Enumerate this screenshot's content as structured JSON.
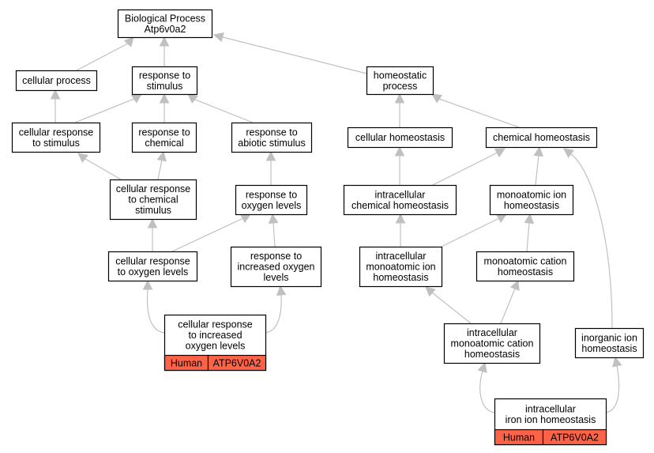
{
  "graph": {
    "style": {
      "edge_color": "#c0c0c0",
      "node_border": "#000000",
      "node_fill": "#ffffff",
      "gene_fill": "#ff6347"
    },
    "nodes": [
      {
        "id": "bp",
        "lines": [
          "Biological Process",
          "Atp6v0a2"
        ]
      },
      {
        "id": "cellular-process",
        "lines": [
          "cellular process"
        ]
      },
      {
        "id": "response-to-stimulus",
        "lines": [
          "response to",
          "stimulus"
        ]
      },
      {
        "id": "homeostatic-process",
        "lines": [
          "homeostatic",
          "process"
        ]
      },
      {
        "id": "cellular-response-to-stimulus",
        "lines": [
          "cellular response",
          "to stimulus"
        ]
      },
      {
        "id": "response-to-chemical",
        "lines": [
          "response to",
          "chemical"
        ]
      },
      {
        "id": "response-to-abiotic-stimulus",
        "lines": [
          "response to",
          "abiotic stimulus"
        ]
      },
      {
        "id": "cellular-homeostasis",
        "lines": [
          "cellular homeostasis"
        ]
      },
      {
        "id": "chemical-homeostasis",
        "lines": [
          "chemical homeostasis"
        ]
      },
      {
        "id": "cellular-response-to-chemical-stimulus",
        "lines": [
          "cellular response",
          "to chemical",
          "stimulus"
        ]
      },
      {
        "id": "response-to-oxygen-levels",
        "lines": [
          "response to",
          "oxygen levels"
        ]
      },
      {
        "id": "intracellular-chemical-homeostasis",
        "lines": [
          "intracellular",
          "chemical homeostasis"
        ]
      },
      {
        "id": "monoatomic-ion-homeostasis",
        "lines": [
          "monoatomic ion",
          "homeostasis"
        ]
      },
      {
        "id": "cellular-response-to-oxygen-levels",
        "lines": [
          "cellular response",
          "to oxygen levels"
        ]
      },
      {
        "id": "response-to-increased-oxygen-levels",
        "lines": [
          "response to",
          "increased oxygen",
          "levels"
        ]
      },
      {
        "id": "intracellular-monoatomic-ion-homeostasis",
        "lines": [
          "intracellular",
          "monoatomic ion",
          "homeostasis"
        ]
      },
      {
        "id": "monoatomic-cation-homeostasis",
        "lines": [
          "monoatomic cation",
          "homeostasis"
        ]
      },
      {
        "id": "cellular-response-to-increased-oxygen-levels",
        "lines": [
          "cellular response",
          "to increased",
          "oxygen levels"
        ],
        "genes": [
          "Human",
          "ATP6V0A2"
        ]
      },
      {
        "id": "intracellular-monoatomic-cation-homeostasis",
        "lines": [
          "intracellular",
          "monoatomic cation",
          "homeostasis"
        ]
      },
      {
        "id": "inorganic-ion-homeostasis",
        "lines": [
          "inorganic ion",
          "homeostasis"
        ]
      },
      {
        "id": "intracellular-iron-ion-homeostasis",
        "lines": [
          "intracellular",
          "iron ion homeostasis"
        ],
        "genes": [
          "Human",
          "ATP6V0A2"
        ]
      }
    ],
    "edges": [
      {
        "from": "cellular-process",
        "to": "bp"
      },
      {
        "from": "response-to-stimulus",
        "to": "bp"
      },
      {
        "from": "homeostatic-process",
        "to": "bp"
      },
      {
        "from": "cellular-response-to-stimulus",
        "to": "cellular-process"
      },
      {
        "from": "cellular-response-to-stimulus",
        "to": "response-to-stimulus"
      },
      {
        "from": "response-to-chemical",
        "to": "response-to-stimulus"
      },
      {
        "from": "response-to-abiotic-stimulus",
        "to": "response-to-stimulus"
      },
      {
        "from": "cellular-homeostasis",
        "to": "homeostatic-process"
      },
      {
        "from": "chemical-homeostasis",
        "to": "homeostatic-process"
      },
      {
        "from": "cellular-response-to-chemical-stimulus",
        "to": "cellular-response-to-stimulus"
      },
      {
        "from": "cellular-response-to-chemical-stimulus",
        "to": "response-to-chemical"
      },
      {
        "from": "response-to-oxygen-levels",
        "to": "response-to-abiotic-stimulus"
      },
      {
        "from": "intracellular-chemical-homeostasis",
        "to": "cellular-homeostasis"
      },
      {
        "from": "intracellular-chemical-homeostasis",
        "to": "chemical-homeostasis"
      },
      {
        "from": "monoatomic-ion-homeostasis",
        "to": "chemical-homeostasis"
      },
      {
        "from": "inorganic-ion-homeostasis",
        "to": "chemical-homeostasis"
      },
      {
        "from": "cellular-response-to-oxygen-levels",
        "to": "cellular-response-to-chemical-stimulus"
      },
      {
        "from": "cellular-response-to-oxygen-levels",
        "to": "response-to-oxygen-levels"
      },
      {
        "from": "response-to-increased-oxygen-levels",
        "to": "response-to-oxygen-levels"
      },
      {
        "from": "intracellular-monoatomic-ion-homeostasis",
        "to": "intracellular-chemical-homeostasis"
      },
      {
        "from": "intracellular-monoatomic-ion-homeostasis",
        "to": "monoatomic-ion-homeostasis"
      },
      {
        "from": "monoatomic-cation-homeostasis",
        "to": "monoatomic-ion-homeostasis"
      },
      {
        "from": "cellular-response-to-increased-oxygen-levels",
        "to": "cellular-response-to-oxygen-levels"
      },
      {
        "from": "cellular-response-to-increased-oxygen-levels",
        "to": "response-to-increased-oxygen-levels"
      },
      {
        "from": "intracellular-monoatomic-cation-homeostasis",
        "to": "intracellular-monoatomic-ion-homeostasis"
      },
      {
        "from": "intracellular-monoatomic-cation-homeostasis",
        "to": "monoatomic-cation-homeostasis"
      },
      {
        "from": "intracellular-iron-ion-homeostasis",
        "to": "intracellular-monoatomic-cation-homeostasis"
      },
      {
        "from": "intracellular-iron-ion-homeostasis",
        "to": "inorganic-ion-homeostasis"
      }
    ]
  }
}
